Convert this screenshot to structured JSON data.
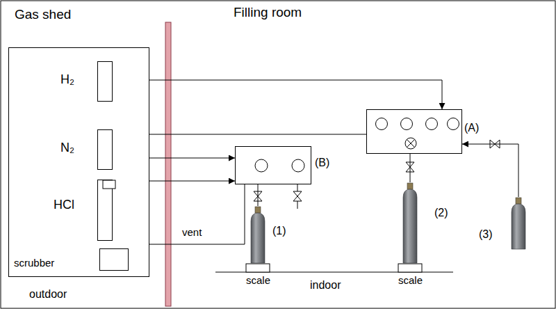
{
  "diagram": {
    "nodes": [
      {
        "text": [
          "Gas shed"
        ]
      },
      {
        "text": [
          "H₂"
        ],
        "in": 0
      },
      {
        "text": [
          "N₂"
        ],
        "in": 0
      },
      {
        "text": [
          "HCl"
        ],
        "in": 0
      },
      {
        "text": [
          "scrubber"
        ],
        "in": 0
      },
      {
        "text": [
          "(B)"
        ]
      },
      {
        "text": [
          "(A)"
        ]
      },
      {
        "text": [
          "(1)"
        ]
      },
      {
        "text": [
          "(2)"
        ]
      },
      {
        "text": [
          "(3)"
        ]
      }
    ],
    "edges": [
      {
        "from": 1,
        "to": 6,
        "arrow": "to"
      },
      {
        "from": 2,
        "to": 6,
        "arrow": "to"
      },
      {
        "from": 2,
        "to": 5,
        "arrow": "to"
      },
      {
        "from": 2,
        "to": 3,
        "arrow": "to"
      },
      {
        "from": 3,
        "to": 5,
        "arrow": "to"
      },
      {
        "from": 3,
        "to": 4,
        "arrow": "to"
      },
      {
        "from": 5,
        "to": 4,
        "label": "vent",
        "arrow": "to"
      },
      {
        "from": 5,
        "to": 7,
        "arrow": "none"
      },
      {
        "from": 6,
        "to": 8,
        "arrow": "none"
      },
      {
        "from": 9,
        "to": 6,
        "arrow": "to"
      }
    ],
    "labels": [
      "Filling room",
      "outdoor",
      "indoor",
      "scale",
      "scale"
    ]
  }
}
